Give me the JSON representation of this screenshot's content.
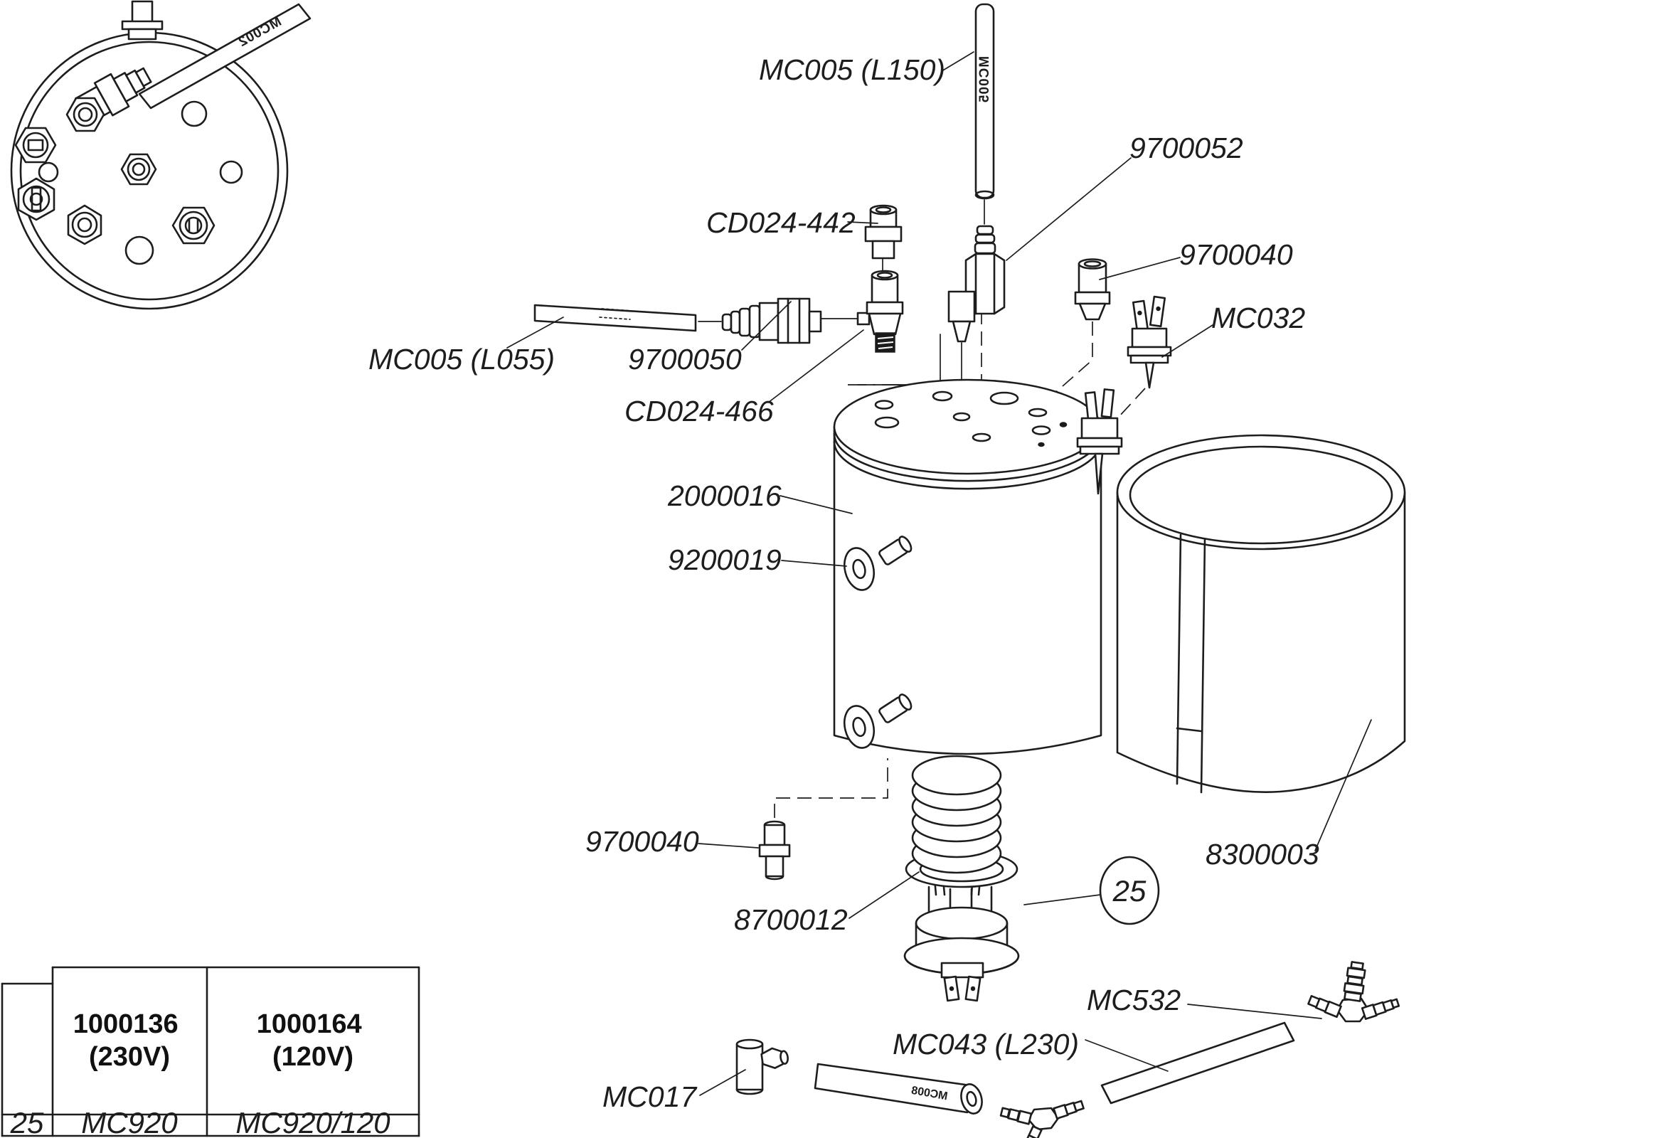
{
  "diagram": {
    "background": "#ffffff",
    "line_color": "#1d1d1d",
    "callouts": {
      "mc005_l150": "MC005 (L150)",
      "part_9700052": "9700052",
      "cd024_442": "CD024-442",
      "part_9700040_top": "9700040",
      "mc032": "MC032",
      "mc005_l055": "MC005 (L055)",
      "part_9700050": "9700050",
      "cd024_466": "CD024-466",
      "part_2000016": "2000016",
      "part_9200019": "9200019",
      "part_8300003": "8300003",
      "part_9700040_bottom": "9700040",
      "part_8700012": "8700012",
      "balloon_item": "25",
      "mc532": "MC532",
      "mc043_l230": "MC043 (L230)",
      "mc017": "MC017"
    },
    "tube_markings": {
      "lid_tube": "MC002",
      "riser_tube": "MC005",
      "hose": "MC008"
    }
  },
  "parts_table": {
    "col_230v": {
      "line1": "1000136",
      "line2": "(230V)"
    },
    "col_120v": {
      "line1": "1000164",
      "line2": "(120V)"
    },
    "row": {
      "item_no": "25",
      "part_230v": "MC920",
      "part_120v": "MC920/120"
    }
  }
}
